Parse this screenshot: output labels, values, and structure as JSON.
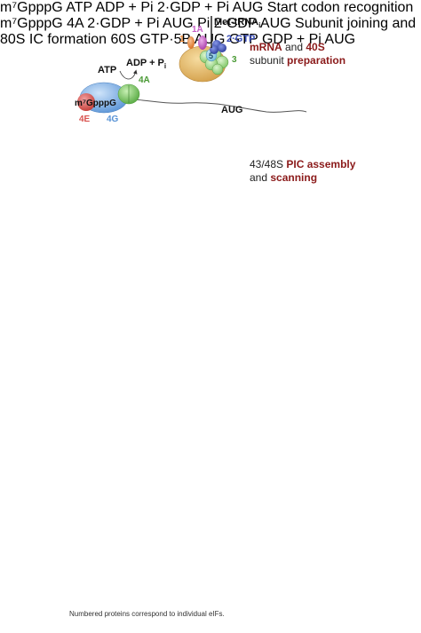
{
  "colors": {
    "ribosome_40s": "#e2b56a",
    "ribosome_60s": "#8c64c8",
    "eif4e": "#d9534f",
    "eif4g": "#7fb2e5",
    "eif4a": "#7cc462",
    "eif1": "#e8893a",
    "eif1a": "#c45cc4",
    "eif2": "#3b4fb8",
    "eif3": "#a8dc94",
    "eif5": "#8fd0e8",
    "eif5b": "#e0d060",
    "title_red": "#8b1a1a",
    "arrow": "#4a4a4a",
    "mrna": "#555555"
  },
  "stage1": {
    "met_trna": "Met-tRNA",
    "met_trna_sub": "i",
    "label_1": "1",
    "label_1a": "1A",
    "label_2gtp": "2·GTP",
    "label_5": "5",
    "label_3": "3",
    "caption_a": "mRNA",
    "caption_b": " and ",
    "caption_c": "40S",
    "caption_d": "subunit ",
    "caption_e": "preparation",
    "atp": "ATP",
    "adp": "ADP + P",
    "adp_sub": "i",
    "label_4a": "4A",
    "cap": "m⁷GpppG",
    "label_4e": "4E",
    "label_4g": "4G",
    "aug": "AUG"
  },
  "stage2": {
    "caption_a": "43/48S ",
    "caption_b": "PIC assembly",
    "caption_c": "and ",
    "caption_d": "scanning",
    "atp": "ATP",
    "adp": "ADP + P",
    "adp_sub": "i",
    "gdp": "2·GDP + P",
    "gdp_sub": "i",
    "cap": "m⁷GpppG",
    "aug": "AUG"
  },
  "stage3": {
    "title": "Start codon recognition",
    "label_4a": "4A",
    "cap": "m⁷GpppG",
    "gdp": "2·GDP + P",
    "gdp_sub": "i",
    "aug": "AUG"
  },
  "stage4": {
    "pi": "P",
    "pi_sub": "i"
  },
  "stage5": {
    "gdp": "2·GDP",
    "aug": "AUG",
    "caption_a": "Subunit  joining  and",
    "caption_b": "80S IC formation"
  },
  "stage6": {
    "label_60s": "60S",
    "gtp_5b": "GTP·",
    "label_5b": "5B",
    "gtp": "GTP",
    "gdp": "GDP + P",
    "gdp_sub": "i",
    "aug_left": "AUG",
    "aug_right": "AUG"
  },
  "footer": "Numbered proteins correspond to individual eIFs."
}
